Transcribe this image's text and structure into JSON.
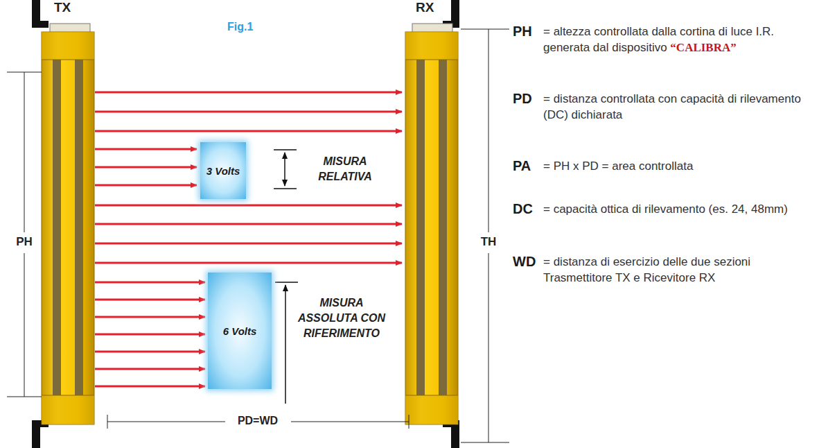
{
  "diagram": {
    "nodes": [
      {
        "text": [
          "3 Volts"
        ]
      },
      {
        "text": [
          "6 Volts"
        ]
      }
    ],
    "labels": [
      "TX",
      "RX",
      "Fig.1",
      "MISURA RELATIVA",
      "MISURA ASSOLUTA CON RIFERIMENTO",
      "PH",
      "TH",
      "PD=WD",
      "PH",
      "= altezza controllata dalla cortina di luce I.R. generata dal dispositivo",
      "“CALIBRA”",
      "PD",
      "= distanza controllata con capacità di rilevamento (DC) dichiarata",
      "PA",
      "= PH x PD = area controllata",
      "DC",
      "= capacità ottica di rilevamento (es. 24, 48mm)",
      "WD",
      "= distanza di esercizio delle due sezioni Trasmettitore TX e Ricevitore RX"
    ]
  }
}
